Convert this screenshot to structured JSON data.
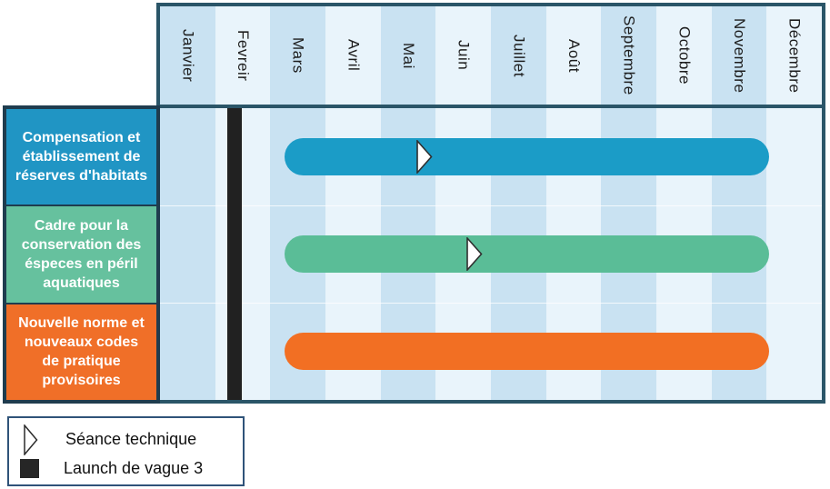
{
  "rows": [
    {
      "label": "Compensation et établissement de réserves d'habitats",
      "label_bg": "#2095c4"
    },
    {
      "label": "Cadre pour la conservation des éspeces en péril aquatiques",
      "label_bg": "#66c19e"
    },
    {
      "label": "Nouvelle norme et nouveaux codes de pratique provisoires",
      "label_bg": "#f06f28"
    }
  ],
  "legend": {
    "items": [
      {
        "icon": "seance-triangle-icon",
        "label": "Séance technique"
      },
      {
        "icon": "launch-square-icon",
        "label": "Launch de vague 3"
      }
    ]
  },
  "chart_data": {
    "type": "bar",
    "subtype": "gantt-timeline",
    "title": "",
    "x_categories": [
      "Janvier",
      "Fevreir",
      "Mars",
      "Avril",
      "Mai",
      "Juin",
      "Juillet",
      "Août",
      "Septembre",
      "Octobre",
      "Novembre",
      "Décembre"
    ],
    "x_range": [
      0,
      12
    ],
    "grid": "alternating-month-bands",
    "band_colors": {
      "odd_month": "#c9e2f2",
      "even_month": "#e9f4fb"
    },
    "frame_color": "#2a5568",
    "series": [
      {
        "name": "Compensation et établissement de réserves d'habitats",
        "color": "#1b9cc7",
        "start_month": 2.25,
        "end_month": 11.05,
        "markers": [
          {
            "label": "Séance technique",
            "month": 4.8,
            "month_label": "Mai"
          }
        ]
      },
      {
        "name": "Cadre pour la conservation des éspeces en péril aquatiques",
        "color": "#5abd97",
        "start_month": 2.25,
        "end_month": 11.05,
        "markers": [
          {
            "label": "Séance technique",
            "month": 5.7,
            "month_label": "Juin"
          }
        ]
      },
      {
        "name": "Nouvelle norme et nouveaux codes de pratique provisoires",
        "color": "#f26f23",
        "start_month": 2.25,
        "end_month": 11.05,
        "markers": []
      }
    ],
    "milestones": [
      {
        "label": "Launch de vague 3",
        "month_label": "Fevreir",
        "month_start": 1.22,
        "month_end": 1.48,
        "color": "#212121",
        "spans_all_rows": true
      }
    ]
  }
}
